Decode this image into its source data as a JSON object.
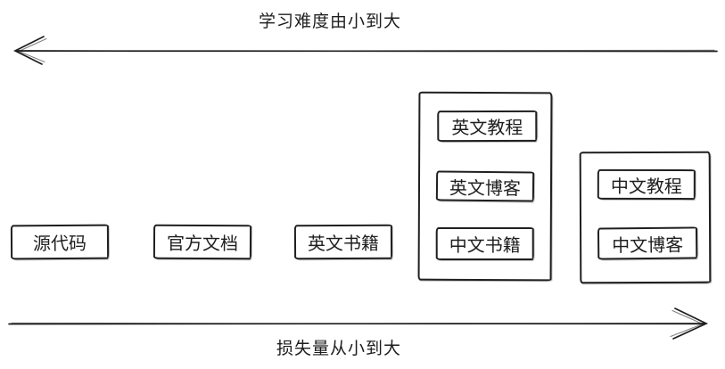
{
  "diagram": {
    "top_axis": {
      "label": "学习难度由小到大",
      "direction": "left"
    },
    "bottom_axis": {
      "label": "损失量从小到大",
      "direction": "right"
    },
    "boxes": {
      "source_code": "源代码",
      "official_docs": "官方文档",
      "english_books": "英文书籍"
    },
    "group_english": {
      "items": {
        "english_tutorials": "英文教程",
        "english_blogs": "英文博客",
        "chinese_books": "中文书籍"
      }
    },
    "group_chinese": {
      "items": {
        "chinese_tutorials": "中文教程",
        "chinese_blogs": "中文博客"
      }
    },
    "colors": {
      "stroke": "#1e1e1e",
      "background": "#ffffff"
    }
  }
}
